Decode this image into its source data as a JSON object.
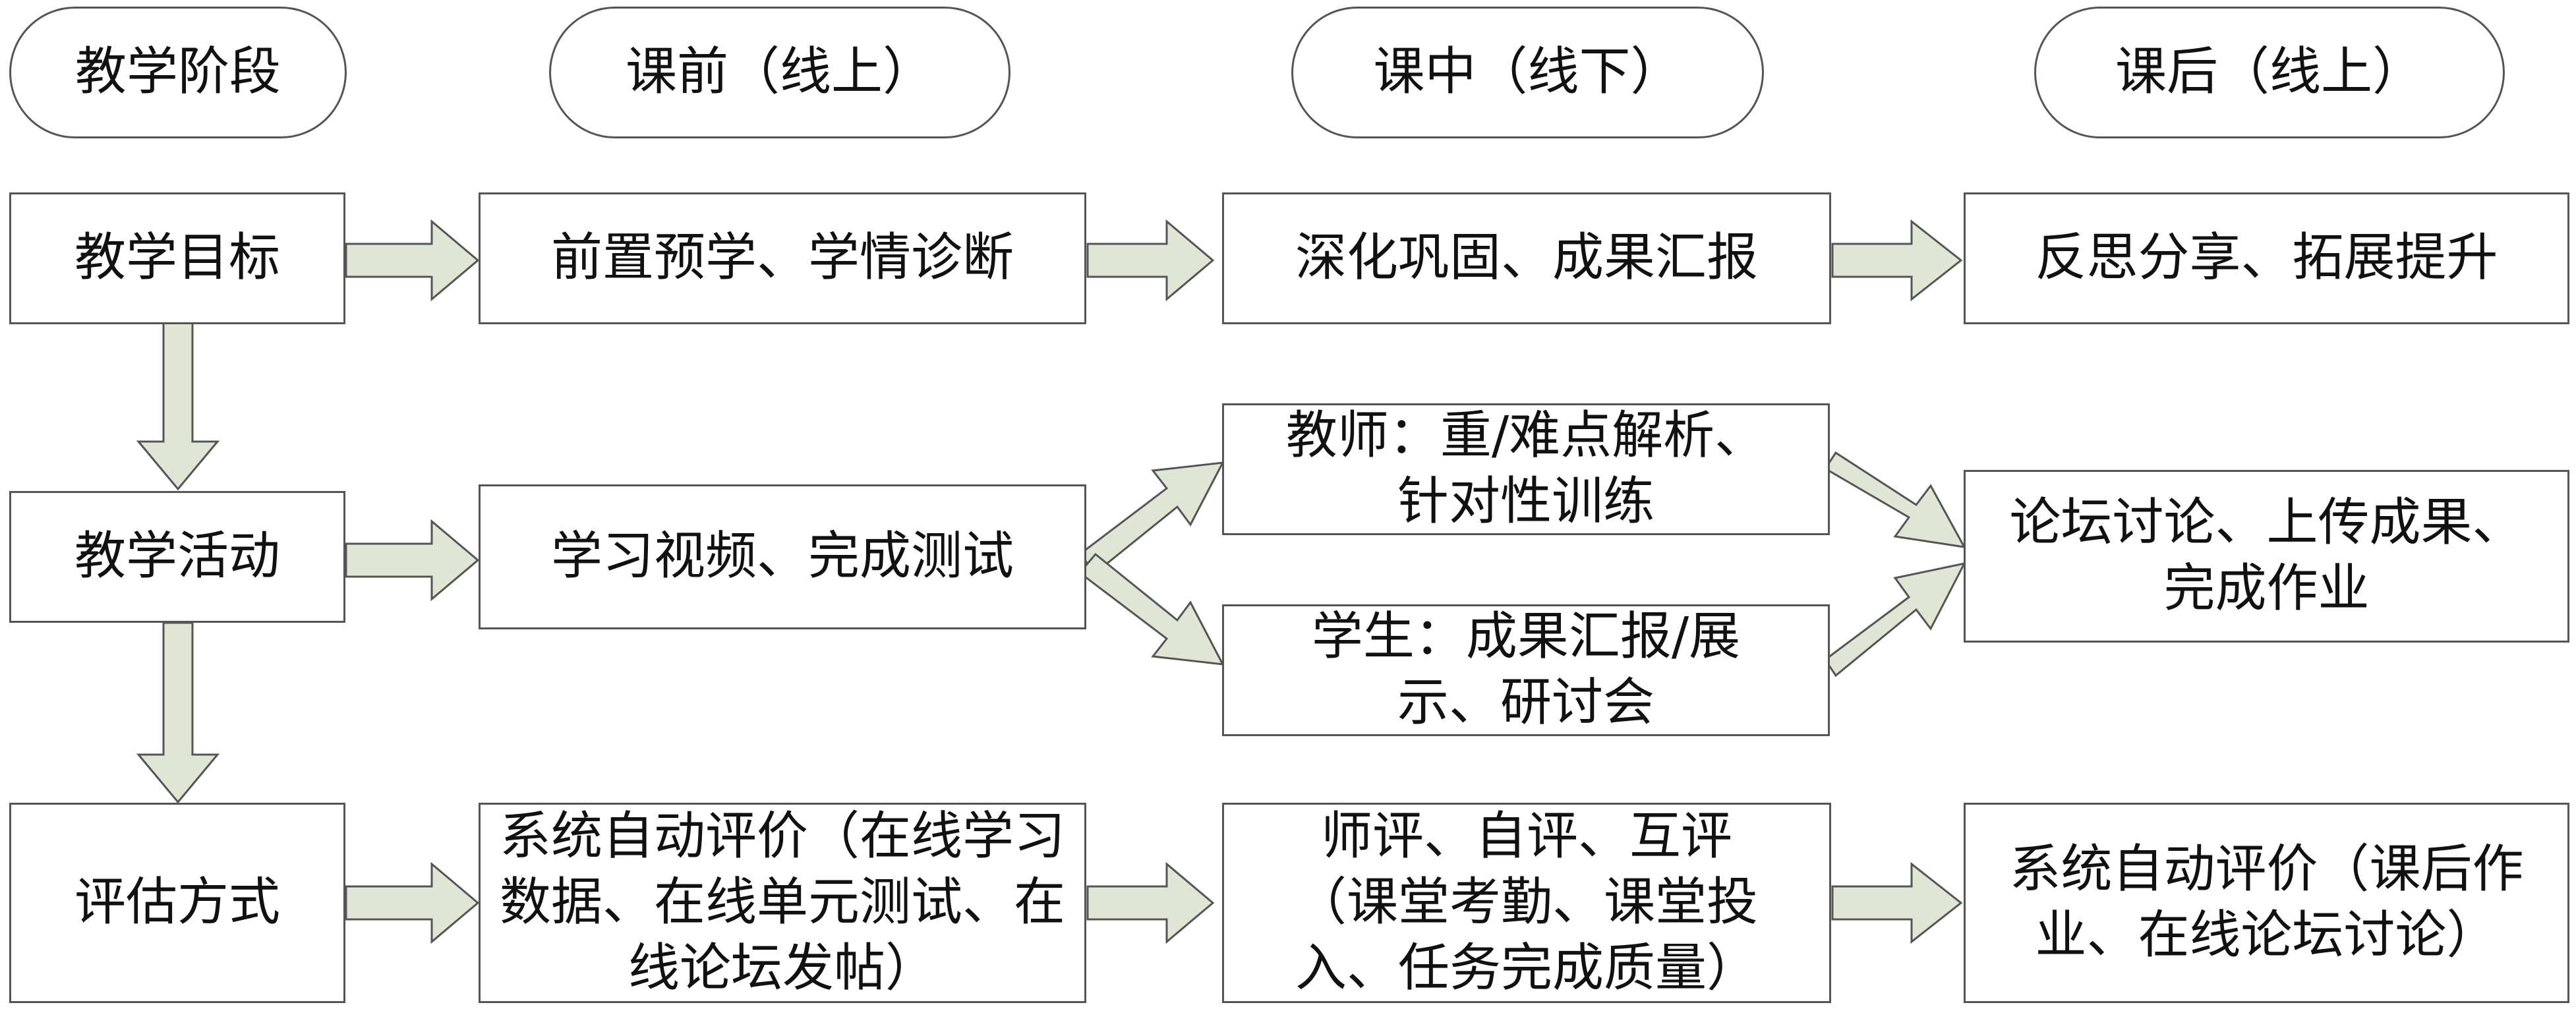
{
  "stages": {
    "header": "教学阶段",
    "before": "课前（线上）",
    "during": "课中（线下）",
    "after": "课后（线上）"
  },
  "rows": {
    "goals": {
      "label": "教学目标",
      "before": "前置预学、学情诊断",
      "during": "深化巩固、成果汇报",
      "after": "反思分享、拓展提升"
    },
    "activities": {
      "label": "教学活动",
      "before": "学习视频、完成测试",
      "during_teacher": "教师：重/难点解析、针对性训练",
      "during_student": "学生：成果汇报/展示、研讨会",
      "after": "论坛讨论、上传成果、完成作业"
    },
    "assessment": {
      "label": "评估方式",
      "before": "系统自动评价（在线学习数据、在线单元测试、在线论坛发帖）",
      "during": "师评、自评、互评（课堂考勤、课堂投入、任务完成质量）",
      "after": "系统自动评价（课后作业、在线论坛讨论）"
    }
  },
  "colors": {
    "arrow_fill": "#dfe6d3",
    "border": "#555555"
  }
}
